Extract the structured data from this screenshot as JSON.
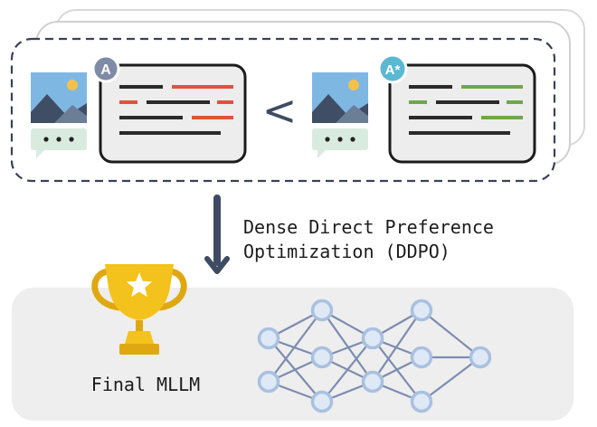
{
  "colors": {
    "response_red": "#e0533b",
    "response_green": "#6ea84a",
    "line_dark": "#2a2a2a",
    "badge_a": "#7f8aa6",
    "badge_a_star": "#5bb8d2",
    "node_fill": "#dfe9f6",
    "node_stroke": "#a9c0e0",
    "edge": "#7d8db0",
    "arrow": "#3f4b63",
    "trophy_gold": "#f4c21c",
    "trophy_dark": "#e0a810",
    "bottom_panel": "#eeeeee",
    "image_sky": "#7fb7e3",
    "image_sun": "#f3c14e",
    "image_hill_dark": "#3f4d65",
    "image_hill_light": "#6c7d96",
    "image_caption_bg": "#d9ebdf"
  },
  "comparison": {
    "left_badge": "A",
    "right_badge": "A*",
    "comparison_symbol": "<",
    "image_icon": "image-icon",
    "caption_icon": "ellipsis-icon"
  },
  "method": {
    "line1": "Dense Direct Preference",
    "line2": "Optimization (DDPO)"
  },
  "result": {
    "label": "Final MLLM",
    "icon": "trophy-icon"
  }
}
